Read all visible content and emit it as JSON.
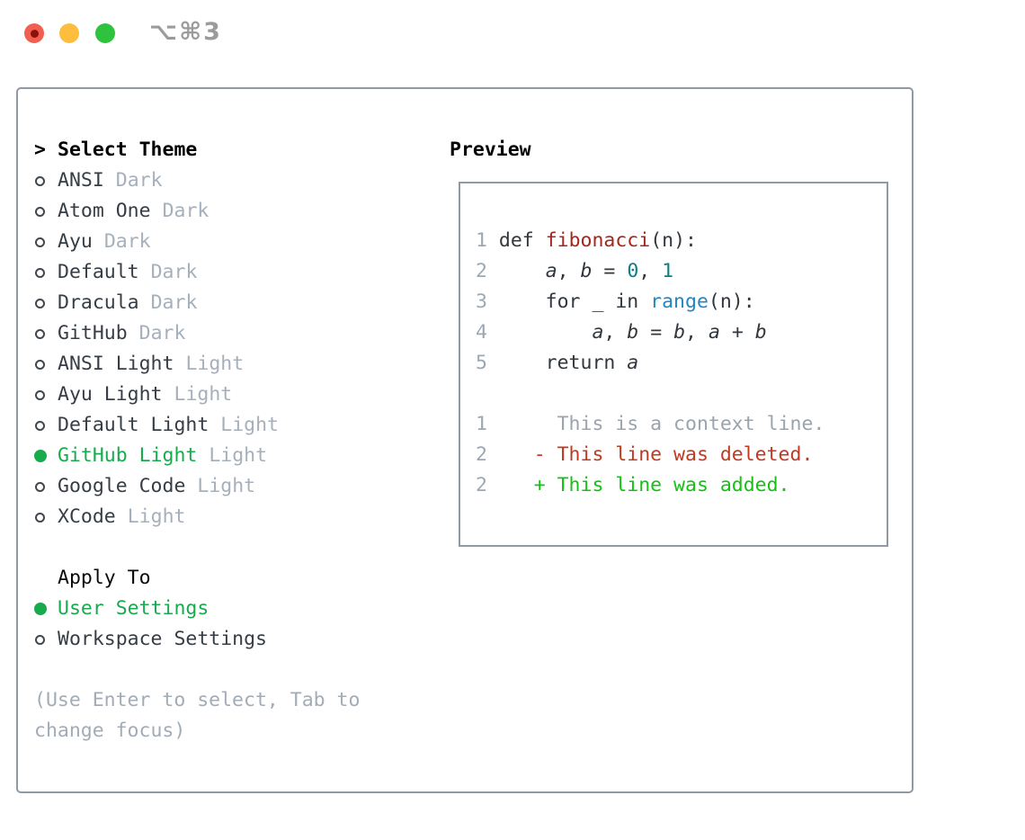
{
  "window": {
    "title": "⌥⌘3",
    "traffic_lights": [
      "close",
      "minimize",
      "zoom"
    ]
  },
  "colors": {
    "tl_red": "#f05f52",
    "tl_yellow": "#fcbe3c",
    "tl_green": "#2ec23e",
    "green_selected": "#17ab4d",
    "diff_deleted": "#c03a21",
    "diff_added": "#14c114",
    "code_function_red": "#a8241c",
    "code_number_teal": "#0e7e82",
    "code_builtin_blue": "#2087c6"
  },
  "theme_panel": {
    "header": {
      "prompt": ">",
      "label": "Select Theme"
    },
    "items": [
      {
        "name": "ANSI",
        "tag": "Dark",
        "selected": false
      },
      {
        "name": "Atom One",
        "tag": "Dark",
        "selected": false
      },
      {
        "name": "Ayu",
        "tag": "Dark",
        "selected": false
      },
      {
        "name": "Default",
        "tag": "Dark",
        "selected": false
      },
      {
        "name": "Dracula",
        "tag": "Dark",
        "selected": false
      },
      {
        "name": "GitHub",
        "tag": "Dark",
        "selected": false
      },
      {
        "name": "ANSI Light",
        "tag": "Light",
        "selected": false
      },
      {
        "name": "Ayu Light",
        "tag": "Light",
        "selected": false
      },
      {
        "name": "Default Light",
        "tag": "Light",
        "selected": false
      },
      {
        "name": "GitHub Light",
        "tag": "Light",
        "selected": true
      },
      {
        "name": "Google Code",
        "tag": "Light",
        "selected": false
      },
      {
        "name": "XCode",
        "tag": "Light",
        "selected": false
      }
    ],
    "apply_to": {
      "label": "Apply To",
      "options": [
        {
          "name": "User Settings",
          "selected": true
        },
        {
          "name": "Workspace Settings",
          "selected": false
        }
      ]
    },
    "hint": "(Use Enter to select, Tab to change focus)"
  },
  "preview": {
    "title": "Preview",
    "code_lines": [
      {
        "num": "1",
        "tokens": [
          {
            "t": " def ",
            "c": "fg"
          },
          {
            "t": "fibonacci",
            "c": "func"
          },
          {
            "t": "(n):",
            "c": "fg"
          }
        ]
      },
      {
        "num": "2",
        "tokens": [
          {
            "t": "     ",
            "c": "fg"
          },
          {
            "t": "a",
            "c": "var"
          },
          {
            "t": ", ",
            "c": "fg"
          },
          {
            "t": "b",
            "c": "var"
          },
          {
            "t": " = ",
            "c": "fg"
          },
          {
            "t": "0",
            "c": "num"
          },
          {
            "t": ", ",
            "c": "fg"
          },
          {
            "t": "1",
            "c": "num"
          }
        ]
      },
      {
        "num": "3",
        "tokens": [
          {
            "t": "     for _ in ",
            "c": "fg"
          },
          {
            "t": "range",
            "c": "builtin"
          },
          {
            "t": "(n):",
            "c": "fg"
          }
        ]
      },
      {
        "num": "4",
        "tokens": [
          {
            "t": "         ",
            "c": "fg"
          },
          {
            "t": "a",
            "c": "var"
          },
          {
            "t": ", ",
            "c": "fg"
          },
          {
            "t": "b",
            "c": "var"
          },
          {
            "t": " = ",
            "c": "fg"
          },
          {
            "t": "b",
            "c": "var"
          },
          {
            "t": ", ",
            "c": "fg"
          },
          {
            "t": "a",
            "c": "var"
          },
          {
            "t": " + ",
            "c": "fg"
          },
          {
            "t": "b",
            "c": "var"
          }
        ]
      },
      {
        "num": "5",
        "tokens": [
          {
            "t": "     return ",
            "c": "fg"
          },
          {
            "t": "a",
            "c": "var"
          }
        ]
      },
      {
        "num": "",
        "tokens": []
      },
      {
        "num": "1",
        "tokens": [
          {
            "t": "      This is a context line.",
            "c": "ctx"
          }
        ]
      },
      {
        "num": "2",
        "tokens": [
          {
            "t": "    - This line was deleted.",
            "c": "del"
          }
        ]
      },
      {
        "num": "2",
        "tokens": [
          {
            "t": "    + This line was added.",
            "c": "add"
          }
        ]
      }
    ]
  }
}
